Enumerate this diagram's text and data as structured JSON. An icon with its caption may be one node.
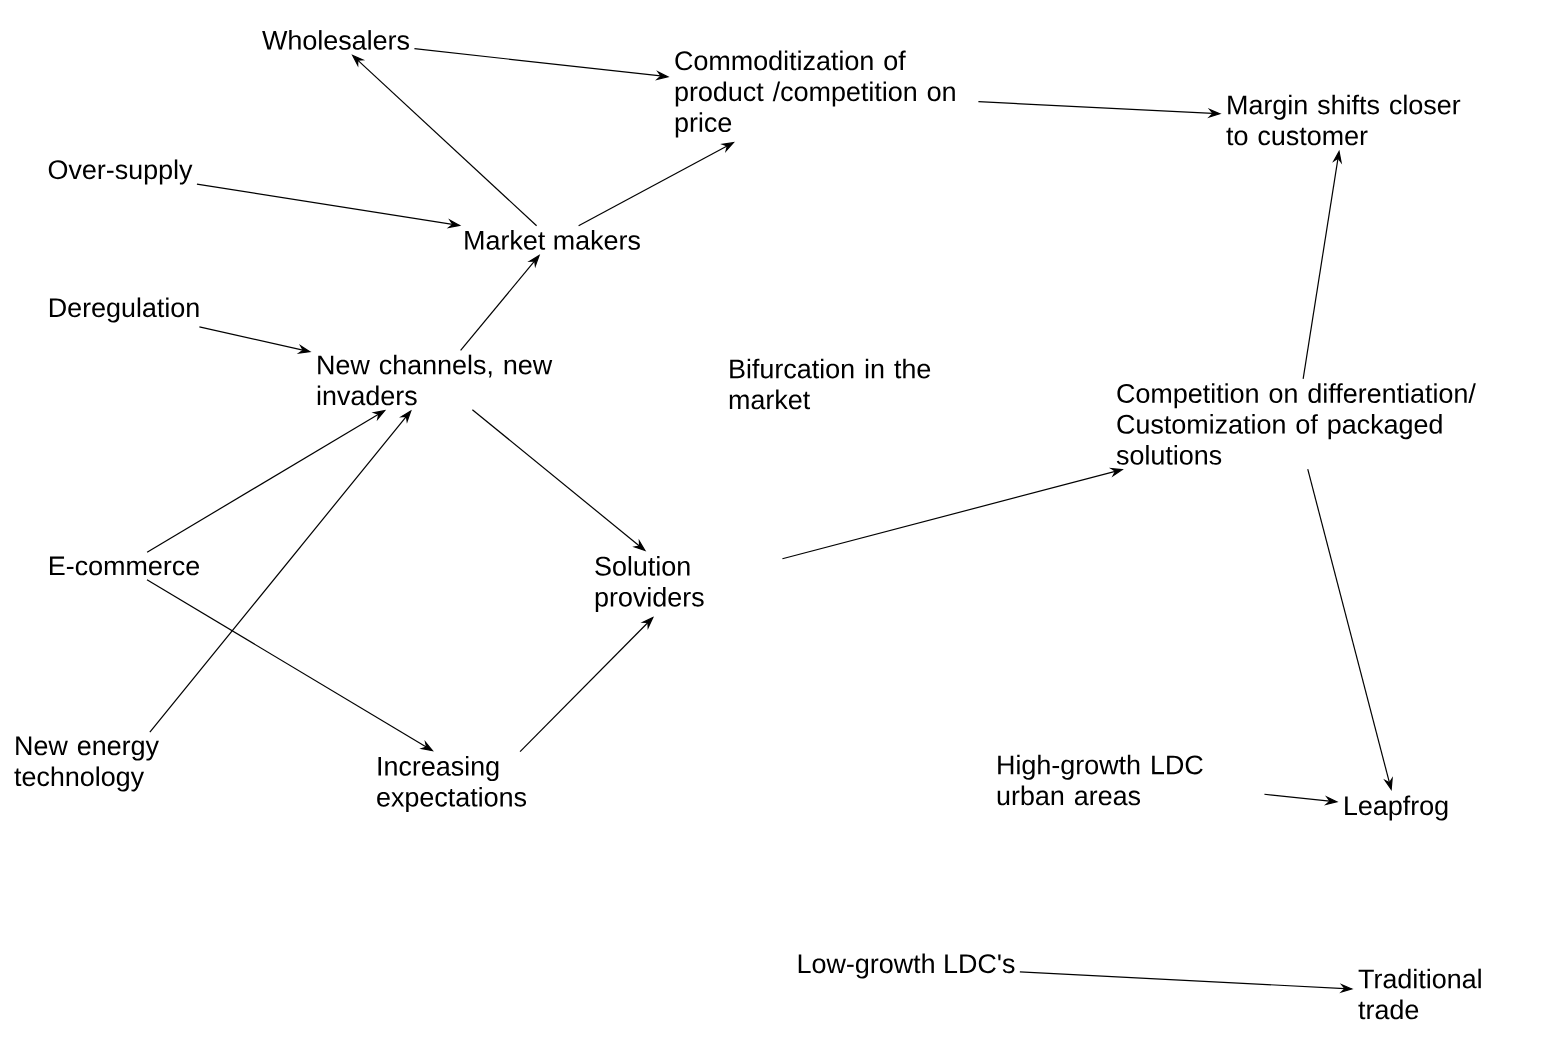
{
  "diagram": {
    "nodes": [
      {
        "text": [
          "Wholesalers"
        ]
      },
      {
        "text": [
          "Commoditization of product /competition on price"
        ]
      },
      {
        "text": [
          "Margin shifts closer to customer"
        ]
      },
      {
        "text": [
          "Over-supply"
        ]
      },
      {
        "text": [
          "Market makers"
        ]
      },
      {
        "text": [
          "Deregulation"
        ]
      },
      {
        "text": [
          "New channels, new invaders"
        ]
      },
      {
        "text": [
          "Competition on differentiation/ Customization of packaged solutions"
        ]
      },
      {
        "text": [
          "E-commerce"
        ]
      },
      {
        "text": [
          "Solution providers"
        ]
      },
      {
        "text": [
          "New energy technology"
        ]
      },
      {
        "text": [
          "Increasing expectations"
        ]
      },
      {
        "text": [
          "High-growth LDC urban areas"
        ]
      },
      {
        "text": [
          "Leapfrog"
        ]
      },
      {
        "text": [
          "Low-growth LDC's"
        ]
      },
      {
        "text": [
          "Traditional trade"
        ]
      }
    ],
    "edges": [
      {
        "from": 0,
        "to": 1,
        "arrow": "to"
      },
      {
        "from": 1,
        "to": 2,
        "arrow": "to"
      },
      {
        "from": 3,
        "to": 4,
        "arrow": "to"
      },
      {
        "from": 4,
        "to": 0,
        "arrow": "to"
      },
      {
        "from": 4,
        "to": 1,
        "arrow": "to"
      },
      {
        "from": 5,
        "to": 6,
        "arrow": "to"
      },
      {
        "from": 6,
        "to": 4,
        "arrow": "to"
      },
      {
        "from": 8,
        "to": 6,
        "arrow": "to"
      },
      {
        "from": 10,
        "to": 6,
        "arrow": "to"
      },
      {
        "from": 8,
        "to": 11,
        "arrow": "to"
      },
      {
        "from": 6,
        "to": 9,
        "arrow": "to"
      },
      {
        "from": 11,
        "to": 9,
        "arrow": "to"
      },
      {
        "from": 9,
        "to": 7,
        "arrow": "to"
      },
      {
        "from": 7,
        "to": 2,
        "arrow": "to"
      },
      {
        "from": 7,
        "to": 13,
        "arrow": "to"
      },
      {
        "from": 12,
        "to": 13,
        "arrow": "to"
      },
      {
        "from": 14,
        "to": 15,
        "arrow": "to"
      }
    ],
    "labels": [
      "Bifurcation in the market"
    ]
  }
}
